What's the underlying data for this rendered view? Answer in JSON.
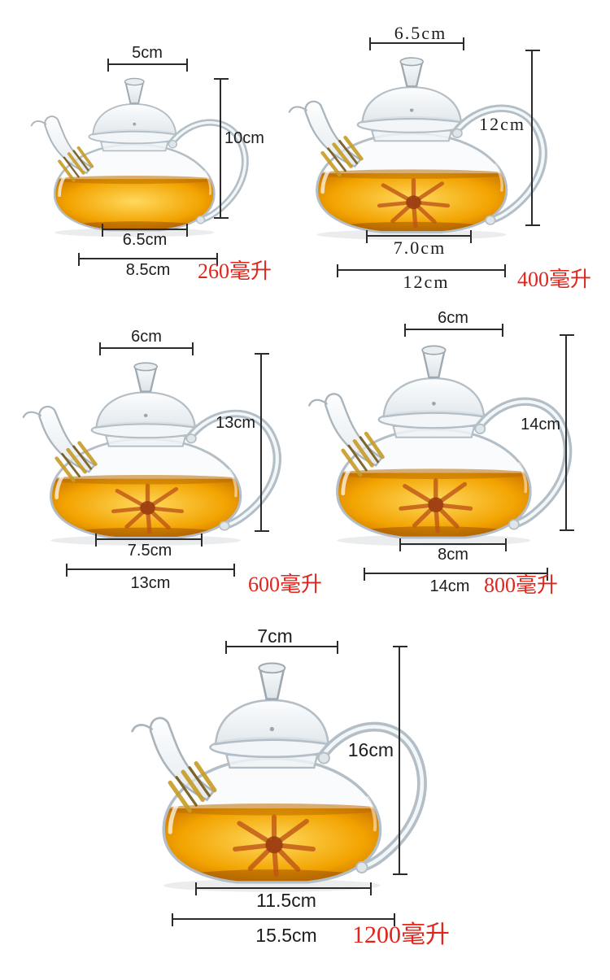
{
  "colors": {
    "background": "#ffffff",
    "dimension_line": "#2b2b2b",
    "capacity_text": "#e0251c",
    "tea": "#e89400",
    "glass_outline": "#b4bec6"
  },
  "teapots": [
    {
      "id": "260ml",
      "lid_width": "5cm",
      "height": "10cm",
      "inner_base_width": "6.5cm",
      "overall_width": "8.5cm",
      "capacity": "260毫升",
      "capacity_ml": 260,
      "has_flower": false
    },
    {
      "id": "400ml",
      "lid_width": "6.5cm",
      "height": "12cm",
      "inner_base_width": "7.0cm",
      "overall_width": "12cm",
      "capacity": "400毫升",
      "capacity_ml": 400,
      "has_flower": true
    },
    {
      "id": "600ml",
      "lid_width": "6cm",
      "height": "13cm",
      "inner_base_width": "7.5cm",
      "overall_width": "13cm",
      "capacity": "600毫升",
      "capacity_ml": 600,
      "has_flower": true
    },
    {
      "id": "800ml",
      "lid_width": "6cm",
      "height": "14cm",
      "inner_base_width": "8cm",
      "overall_width": "14cm",
      "capacity": "800毫升",
      "capacity_ml": 800,
      "has_flower": true
    },
    {
      "id": "1200ml",
      "lid_width": "7cm",
      "height": "16cm",
      "inner_base_width": "11.5cm",
      "overall_width": "15.5cm",
      "capacity": "1200毫升",
      "capacity_ml": 1200,
      "has_flower": true
    }
  ]
}
